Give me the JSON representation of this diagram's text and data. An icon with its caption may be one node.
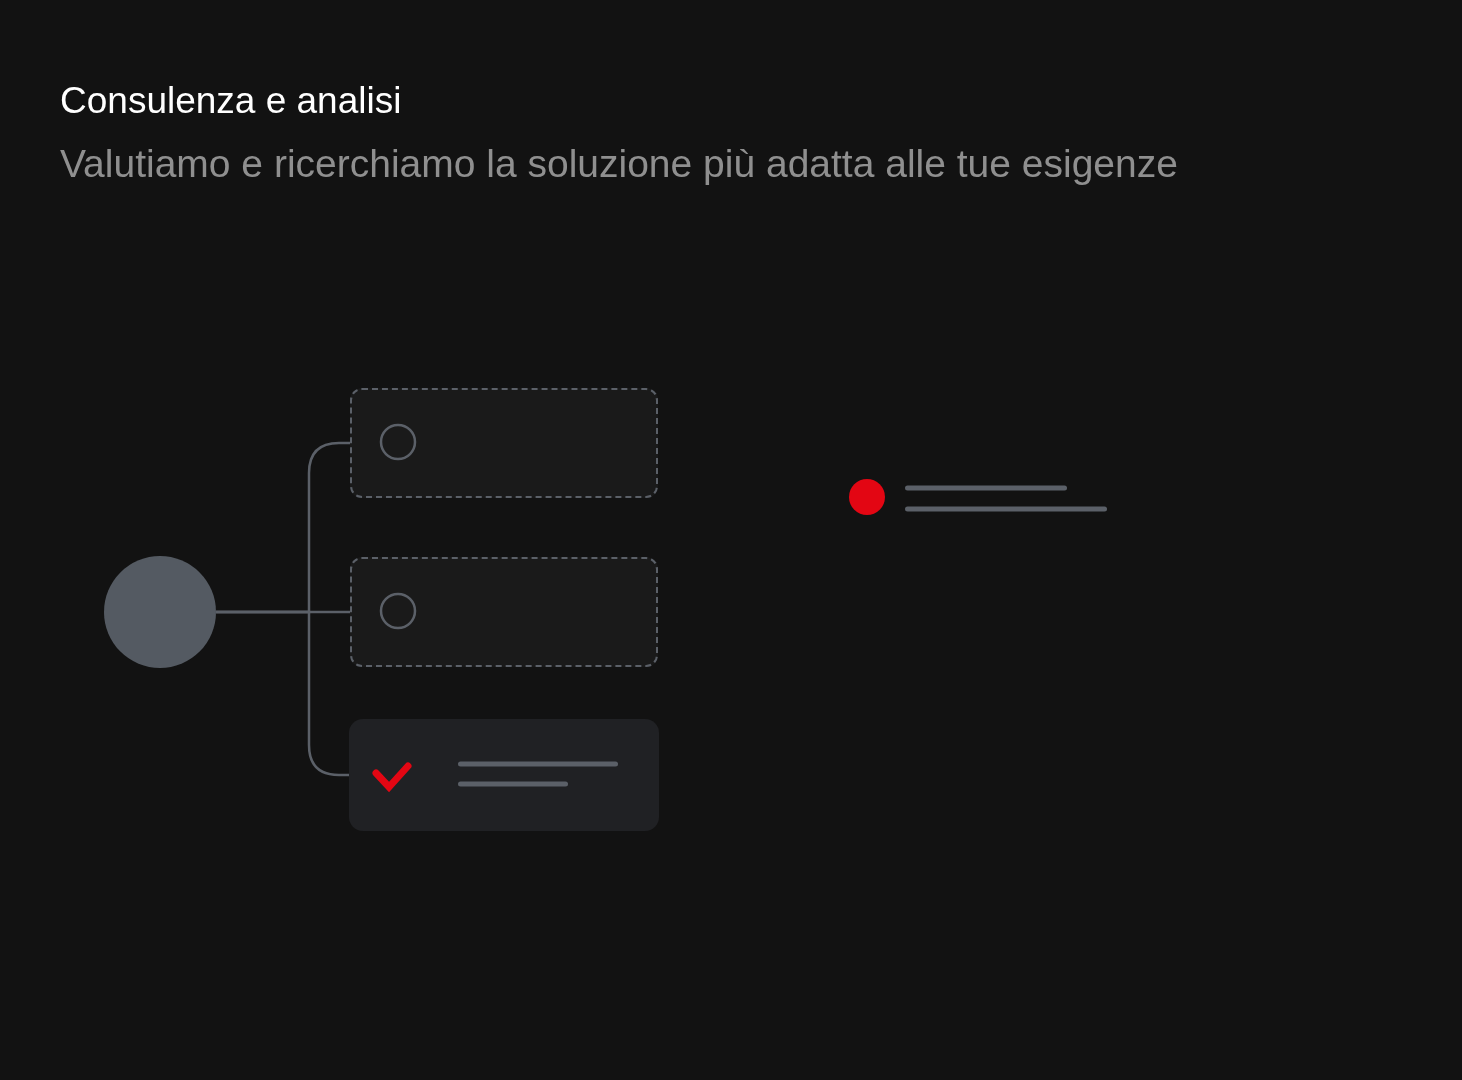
{
  "diagram": {
    "title": "Consulenza e analisi",
    "caption": "Valutiamo e ricerchiamo la soluzione più adatta alle tue esigenze",
    "nodes": [
      {
        "text": [],
        "shape": "circle"
      },
      {
        "text": [],
        "shape": "box"
      },
      {
        "text": [],
        "shape": "box"
      },
      {
        "text": [],
        "shape": "box"
      },
      {
        "text": [],
        "shape": "circle"
      }
    ],
    "edges": [
      {
        "from": 0,
        "to": 1,
        "arrow": "none"
      },
      {
        "from": 0,
        "to": 2,
        "arrow": "none"
      },
      {
        "from": 0,
        "to": 3,
        "arrow": "none"
      }
    ]
  }
}
